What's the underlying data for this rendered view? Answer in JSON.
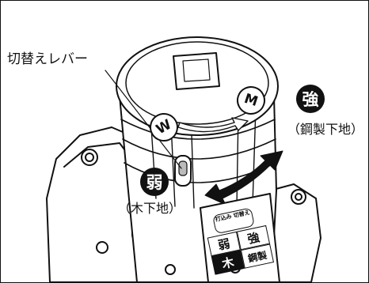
{
  "labels": {
    "switch_lever": "切替えレバー",
    "strong_badge": "強",
    "strong_sub": "（鋼製下地）",
    "weak_badge": "弱",
    "weak_sub": "（木下地）",
    "dial_m": "M",
    "dial_w": "W"
  },
  "decal": {
    "header": "打込み 切替え",
    "weak": "弱",
    "strong": "強",
    "wood": "木",
    "steel": "鋼製"
  }
}
